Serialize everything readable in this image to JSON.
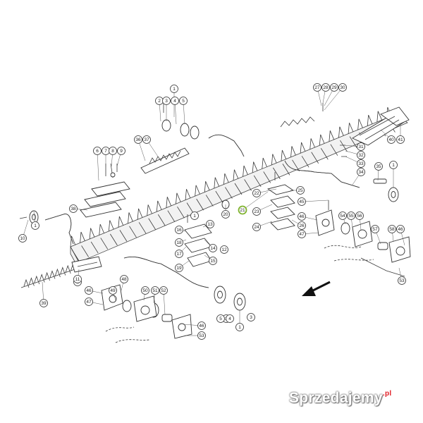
{
  "diagram": {
    "callouts": [
      "1",
      "2",
      "3",
      "4",
      "5",
      "6",
      "7",
      "8",
      "9",
      "10",
      "11",
      "12",
      "13",
      "14",
      "15",
      "16",
      "17",
      "18",
      "19",
      "20",
      "21",
      "22",
      "23",
      "24",
      "25",
      "26",
      "27",
      "28",
      "29",
      "30",
      "31",
      "32",
      "33",
      "34",
      "35",
      "36",
      "37",
      "38",
      "39",
      "40",
      "41",
      "45",
      "46",
      "47",
      "48",
      "49",
      "50",
      "51",
      "52",
      "53",
      "54",
      "55",
      "56",
      "57",
      "58"
    ],
    "highlighted_callout": "21",
    "highlight_color": "#7fb32e"
  },
  "watermark": {
    "text": "Sprzedajemy",
    "suffix": ".pl",
    "suffix_color": "#e11b22"
  }
}
